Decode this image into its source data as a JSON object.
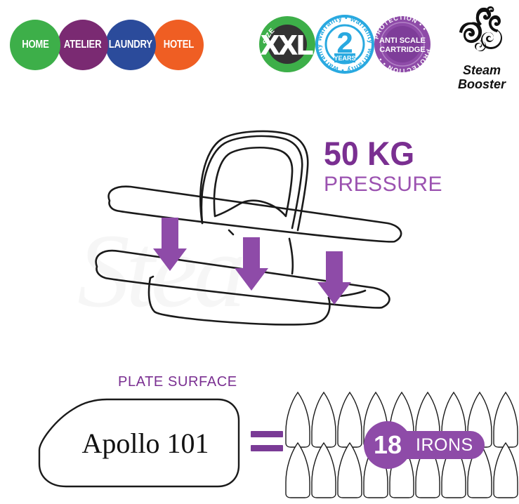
{
  "categories": [
    {
      "label": "HOME",
      "color": "#3daf49"
    },
    {
      "label": "ATELIER",
      "color": "#7a2a72"
    },
    {
      "label": "LAUNDRY",
      "color": "#2b4b9b"
    },
    {
      "label": "HOTEL",
      "color": "#ef5e23"
    }
  ],
  "badges": {
    "size": {
      "arc_text": "SIZE",
      "value": "XXL",
      "ring_color": "#3daf49",
      "center_color": "#333333"
    },
    "warranty": {
      "arc_text": "warranty • warranty • warranty • warranty •",
      "value": "2",
      "unit": "YEARS",
      "color": "#29a9e0"
    },
    "protection": {
      "arc_text": "PROTECTION • • PROTECTION • • PROTECTION • •",
      "line1": "ANTI SCALE",
      "line2": "CARTRIDGE",
      "color": "#8e4ba8"
    }
  },
  "steam_booster": {
    "line1": "Steam",
    "line2": "Booster",
    "icon": "steam-swirl-icon"
  },
  "pressure": {
    "value": "50 KG",
    "label": "PRESSURE",
    "value_color": "#7a2f91",
    "label_color": "#9b52b0",
    "arrow_color": "#8e4ba8",
    "arrow_count": 3
  },
  "plate_surface": {
    "label": "PLATE SURFACE",
    "label_color": "#7a2f91",
    "model_name": "Apollo 101",
    "equals_symbol": "=",
    "equals_color": "#7a3b96"
  },
  "irons": {
    "count": "18",
    "unit_label": "IRONS",
    "rows": 2,
    "per_row": 9,
    "badge_color": "#8e4ba8"
  },
  "watermark": {
    "text": "Stea"
  }
}
